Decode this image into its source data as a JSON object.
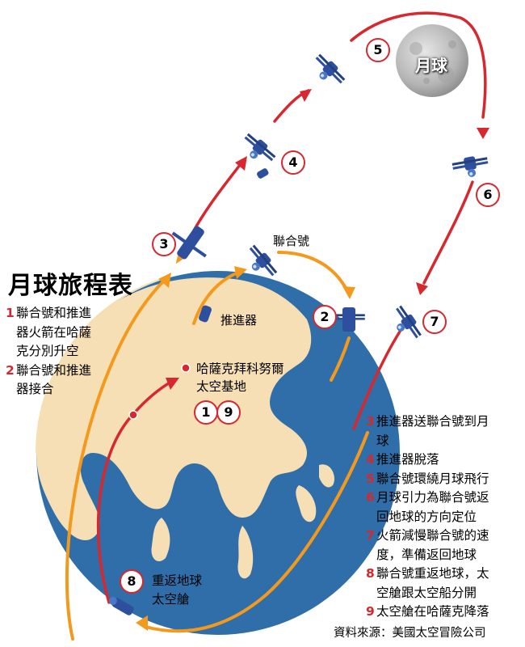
{
  "title": "月球旅程表",
  "moon_label": "月球",
  "labels": {
    "lianhe": "聯合號",
    "booster": "推進器",
    "base_line1": "哈薩克拜科努爾",
    "base_line2": "太空基地",
    "reentry_line1": "重返地球",
    "reentry_line2": "太空艙"
  },
  "badges": [
    "1",
    "9",
    "2",
    "3",
    "4",
    "5",
    "6",
    "7",
    "8"
  ],
  "steps_left": [
    {
      "num": "1",
      "text": "聯合號和推進\n器火箭在哈薩\n克分別升空"
    },
    {
      "num": "2",
      "text": "聯合號和推進\n器接合"
    }
  ],
  "steps_right": [
    {
      "num": "3",
      "text": "推進器送聯合號到月\n球"
    },
    {
      "num": "4",
      "text": "推進器脫落"
    },
    {
      "num": "5",
      "text": "聯合號環繞月球飛行"
    },
    {
      "num": "6",
      "text": "月球引力為聯合號返\n回地球的方向定位"
    },
    {
      "num": "7",
      "text": "火箭減慢聯合號的速\n度，準備返回地球"
    },
    {
      "num": "8",
      "text": "聯合號重返地球，太\n空艙跟太空船分開"
    },
    {
      "num": "9",
      "text": "太空艙在哈薩克降落"
    }
  ],
  "source": "資料來源：美國太空冒險公司",
  "colors": {
    "ocean": "#2f6ea8",
    "land": "#f6dfb4",
    "moon": "#bdbdbd",
    "red_path": "#d6282e",
    "orange_path": "#f39a1e",
    "craft": "#2d4f9e"
  }
}
